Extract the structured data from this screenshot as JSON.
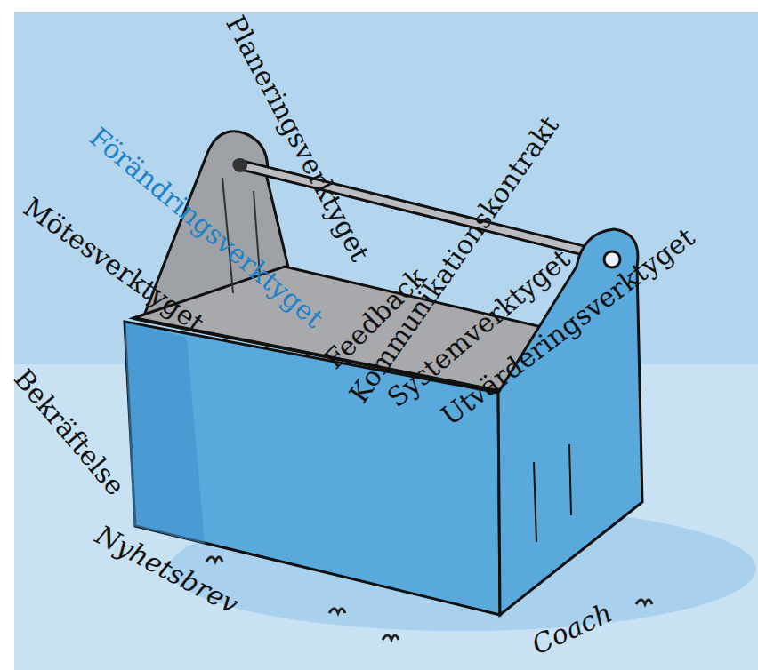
{
  "diagram": {
    "labels": [
      "Planeringsverktyget",
      "Kommunikationskontrakt",
      "Förändringsverktyget",
      "Mötesverktyget",
      "Feedback",
      "Systemverktyget",
      "Utvärderingsverktyget",
      "Bekräftelse",
      "Nyhetsbrev",
      "Coach"
    ]
  }
}
